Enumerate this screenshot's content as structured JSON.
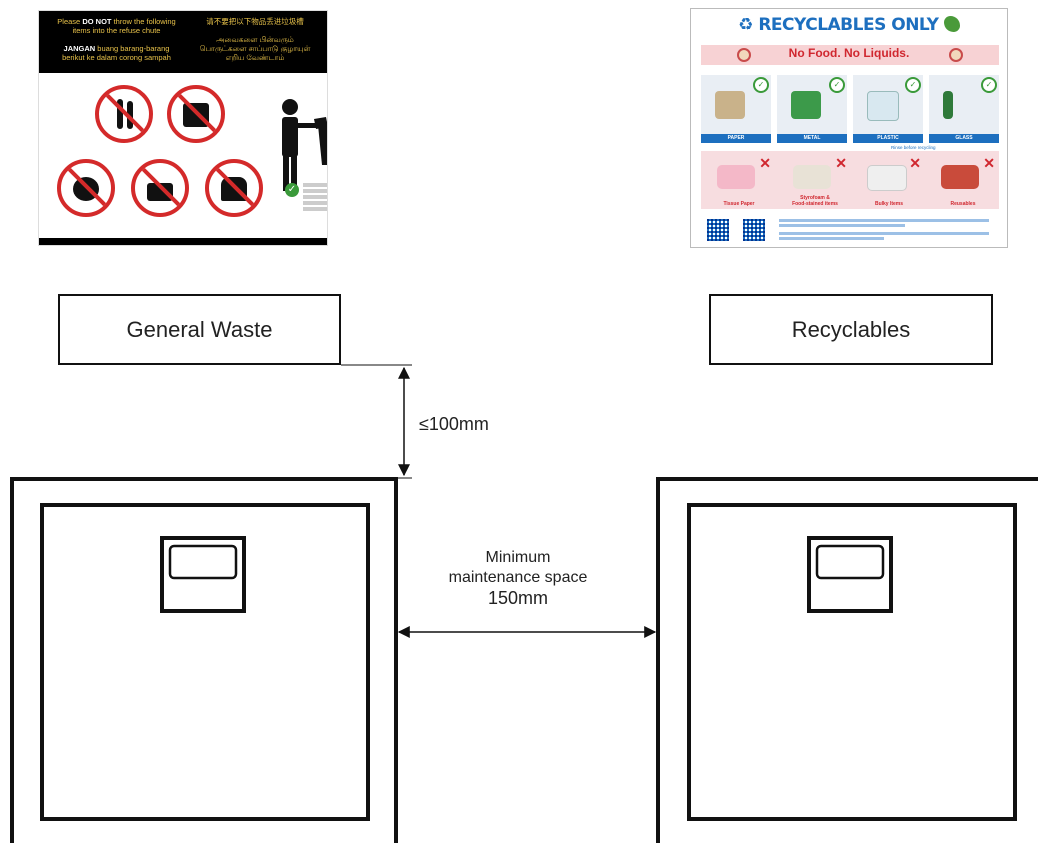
{
  "left_sign": {
    "en_line1_pre": "Please ",
    "en_line1_bold": "DO NOT",
    "en_line1_post": " throw the following",
    "en_line2": "items into the refuse chute",
    "en_line3_bold": "JANGAN",
    "en_line3_post": " buang barang-barang",
    "en_line4": "berikut ke dalam corong sampah",
    "zh_line1": "请不要把以下物品丢进垃圾槽",
    "ta_line1": "அவைகளை பின்வரும்",
    "ta_line2": "பொருட்களை சாப்பாடு குழாயுள்",
    "ta_line3": "எறிய வேண்டாம்"
  },
  "right_sign": {
    "title": "RECYCLABLES ONLY",
    "subtitle": "No Food. No Liquids.",
    "categories": [
      "PAPER",
      "METAL",
      "PLASTIC",
      "GLASS"
    ],
    "rinse_note": "Rinse before recycling",
    "not_accepted": [
      {
        "line1": "Tissue Paper",
        "line2": ""
      },
      {
        "line1": "Styrofoam &",
        "line2": "Food-stained items"
      },
      {
        "line1": "Bulky Items",
        "line2": ""
      },
      {
        "line1": "Reusables",
        "line2": ""
      }
    ]
  },
  "labels": {
    "general_waste": "General Waste",
    "recyclables": "Recyclables"
  },
  "dimensions": {
    "gap_label": "≤100mm",
    "maintenance_line1": "Minimum",
    "maintenance_line2": "maintenance space",
    "maintenance_value": "150mm"
  }
}
